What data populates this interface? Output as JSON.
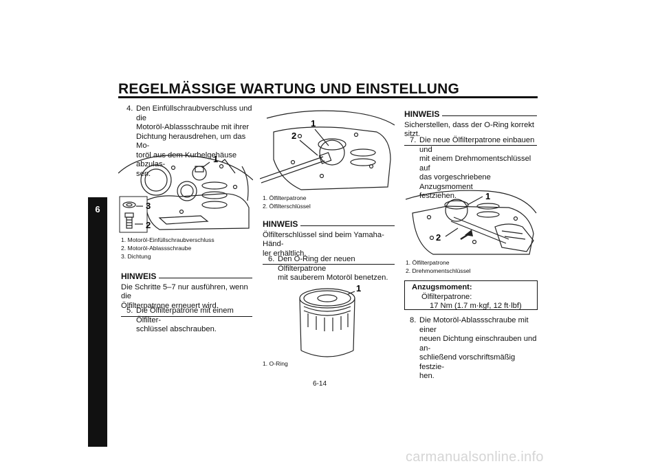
{
  "header": {
    "title": "REGELMÄSSIGE WARTUNG UND EINSTELLUNG",
    "chapter_tab": "6"
  },
  "col1": {
    "step4": {
      "num": "4.",
      "lines": [
        "Den Einfüllschraubverschluss und die",
        "Motoröl-Ablassschraube mit ihrer",
        "Dichtung herausdrehen, um das Mo-",
        "toröl aus dem Kurbelgehäuse abzulas-",
        "sen."
      ]
    },
    "fig_callouts": [
      "1",
      "2",
      "3"
    ],
    "captions": [
      "1.  Motoröl-Einfüllschraubverschluss",
      "2.  Motoröl-Ablassschraube",
      "3.  Dichtung"
    ],
    "hinweis": {
      "heading": "HINWEIS",
      "lines": [
        "Die Schritte 5–7 nur ausführen, wenn die",
        "Ölfilterpatrone erneuert wird."
      ]
    },
    "step5": {
      "num": "5.",
      "lines": [
        "Die Ölfilterpatrone mit einem Ölfilter-",
        "schlüssel abschrauben."
      ]
    }
  },
  "col2": {
    "fig_callouts": [
      "1",
      "2"
    ],
    "captions": [
      "1.  Ölfilterpatrone",
      "2.  Ölfilterschlüssel"
    ],
    "hinweis": {
      "heading": "HINWEIS",
      "lines": [
        "Ölfilterschlüssel sind beim Yamaha-Händ-",
        "ler erhältlich."
      ]
    },
    "step6": {
      "num": "6.",
      "lines": [
        "Den O-Ring der neuen Ölfilterpatrone",
        "mit sauberem Motoröl benetzen."
      ]
    },
    "fig2_callouts": [
      "1"
    ],
    "captions2": [
      "1.  O-Ring"
    ]
  },
  "col3": {
    "hinweis": {
      "heading": "HINWEIS",
      "lines": [
        "Sicherstellen, dass der O-Ring korrekt sitzt."
      ]
    },
    "step7": {
      "num": "7.",
      "lines": [
        "Die neue Ölfilterpatrone einbauen und",
        "mit einem Drehmomentschlüssel auf",
        "das vorgeschriebene Anzugsmoment",
        "festziehen."
      ]
    },
    "fig_callouts": [
      "1",
      "2"
    ],
    "captions": [
      "1.  Ölfilterpatrone",
      "2.  Drehmomentschlüssel"
    ],
    "torque": {
      "label": "Anzugsmoment:",
      "item": "Ölfilterpatrone:",
      "value": "17 Nm (1.7 m·kgf, 12 ft·lbf)"
    },
    "step8": {
      "num": "8.",
      "lines": [
        "Die Motoröl-Ablassschraube mit einer",
        "neuen Dichtung einschrauben und an-",
        "schließend vorschriftsmäßig festzie-",
        "hen."
      ]
    }
  },
  "footer": {
    "page_number": "6-14"
  },
  "watermark": "carmanualsonline.info"
}
